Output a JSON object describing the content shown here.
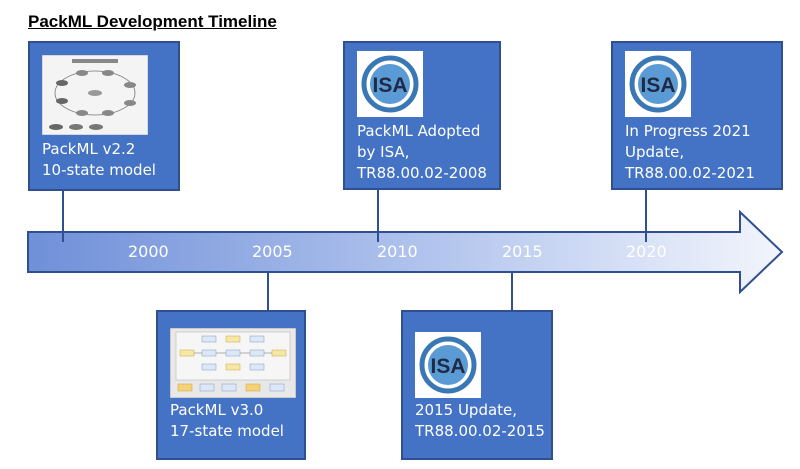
{
  "title": "PackML Development Timeline",
  "timeline": {
    "years": [
      "2000",
      "2005",
      "2010",
      "2015",
      "2020"
    ]
  },
  "cards": [
    {
      "id": "v22",
      "label": "PackML v2.2\n10-state model",
      "image": "state-model-diagram"
    },
    {
      "id": "isa2008",
      "label": "PackML Adopted\nby ISA,\nTR88.00.02-2008",
      "image": "isa-logo"
    },
    {
      "id": "isa2021",
      "label": "In Progress 2021\nUpdate,\nTR88.00.02-2021",
      "image": "isa-logo"
    },
    {
      "id": "v30",
      "label": "PackML v3.0\n17-state model",
      "image": "state-model-diagram"
    },
    {
      "id": "isa2015",
      "label": "2015 Update,\nTR88.00.02-2015",
      "image": "isa-logo"
    }
  ],
  "logo_text": "ISA",
  "colors": {
    "card": "#4472c4",
    "card_border": "#2f4f8f",
    "arrow_start": "#7c98db",
    "arrow_end": "#eef2fb",
    "text": "#ffffff"
  }
}
